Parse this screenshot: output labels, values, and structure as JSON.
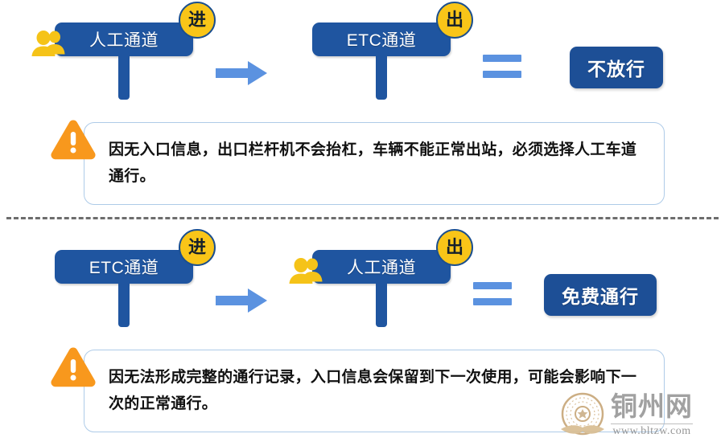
{
  "scenarios": [
    {
      "entry_sign": {
        "label": "人工通道",
        "badge": "进",
        "badge_name": "entry",
        "has_person_icon": true
      },
      "arrow": "arrow-right-icon",
      "exit_sign": {
        "label": "ETC通道",
        "badge": "出",
        "badge_name": "exit",
        "has_person_icon": false
      },
      "equals": "equals-sign",
      "result": "不放行",
      "note": "因无入口信息，出口栏杆机不会抬杠，车辆不能正常出站，必须选择人工车道通行。",
      "warn_icon": "warning-triangle-icon"
    },
    {
      "entry_sign": {
        "label": "ETC通道",
        "badge": "进",
        "badge_name": "entry",
        "has_person_icon": false
      },
      "arrow": "arrow-right-icon",
      "exit_sign": {
        "label": "人工通道",
        "badge": "出",
        "badge_name": "exit",
        "has_person_icon": true
      },
      "equals": "equals-sign",
      "result": "免费通行",
      "note": "因无法形成完整的通行记录，入口信息会保留到下一次使用，可能会影响下一次的正常通行。",
      "warn_icon": "warning-triangle-icon"
    }
  ],
  "watermark": {
    "name": "铜州网",
    "url": "www.bltzw.com"
  },
  "colors": {
    "sign_blue": "#1f55a0",
    "badge_yellow": "#f9c518",
    "arrow_blue": "#5b92e0",
    "result_blue": "#1d4f96",
    "warn_orange": "#f8981d",
    "note_border": "#aecbe8",
    "person_gold": "#f5c318"
  }
}
